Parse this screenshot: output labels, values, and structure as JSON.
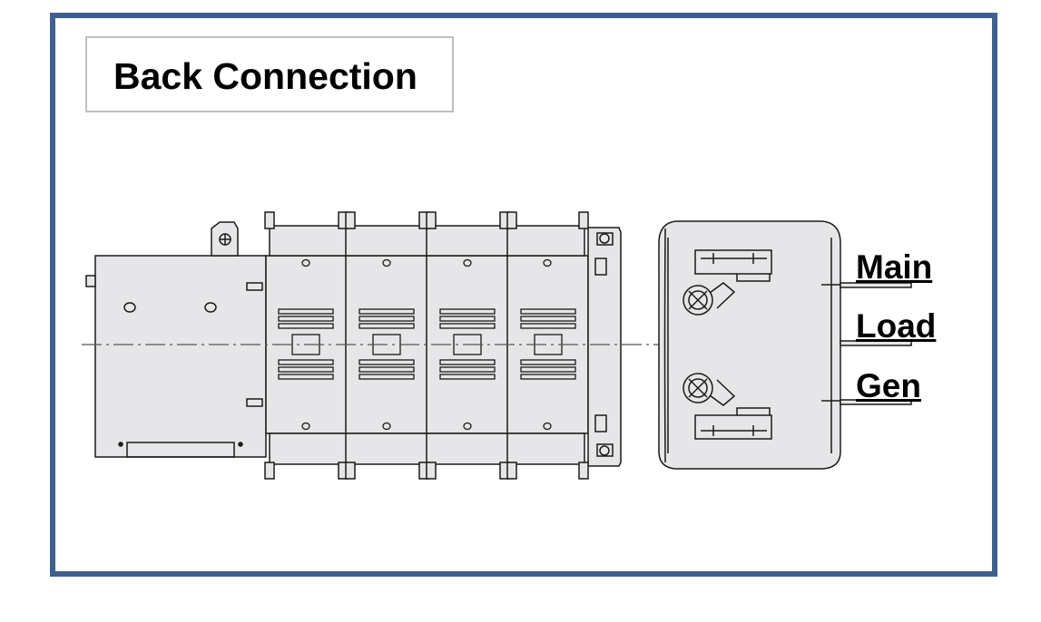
{
  "title": "Back Connection",
  "side_view_labels": {
    "main": "Main",
    "load": "Load",
    "gen": "Gen"
  },
  "colors": {
    "frame_border": "#3f5f8f",
    "title_box_border": "#bfbfbf",
    "drawing_fill": "#e6e6e9",
    "drawing_stroke": "#1a1a1a"
  }
}
